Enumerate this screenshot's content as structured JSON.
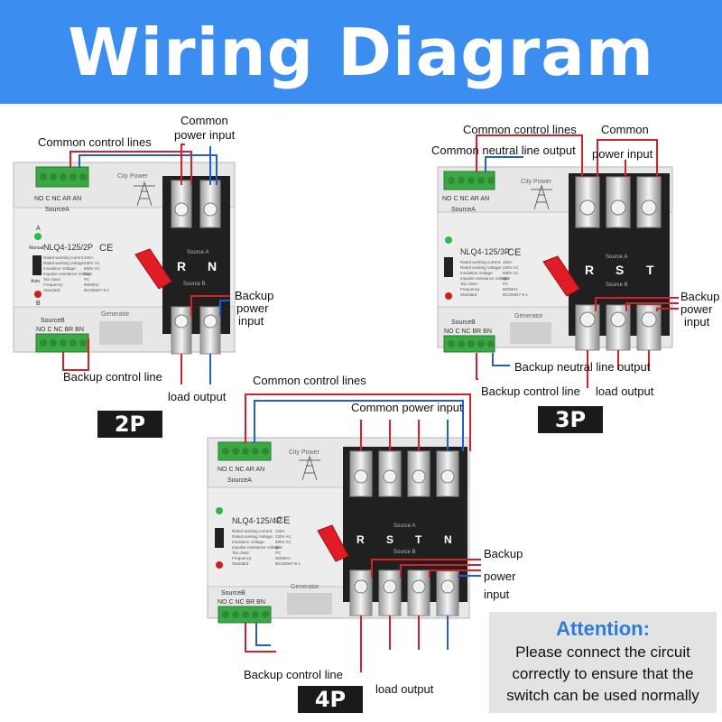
{
  "header": {
    "title": "Wiring Diagram"
  },
  "colors": {
    "header_bg": "#3b8df0",
    "wire_red": "#d8202a",
    "wire_blue": "#1f5fd0",
    "terminal_green": "#3aa843",
    "handle_red": "#e01c24",
    "attention_title": "#2f7bd8"
  },
  "device": {
    "source_a": "SourceA",
    "source_b": "SourceB",
    "city_power": "City Power",
    "generator": "Generator",
    "manual": "Manual",
    "auto": "Auto",
    "lamp_a": "A",
    "lamp_b": "B",
    "face_source_a": "Source A",
    "face_source_b": "Source B",
    "terminals_a": "NO C NC AR AN",
    "terminals_b": "NO C NC BR BN",
    "spec_lines": [
      "Rated working current:",
      "Rated working Voltage:",
      "Insulation Voltage:",
      "Impulse resistance Voltage:",
      "Tax class:",
      "Frequency:",
      "Standard:"
    ],
    "spec_values_2p": [
      "100A",
      "230V AC",
      "690V AC",
      "8kV",
      "PC",
      "50/60Hz",
      "IEC60947-6-1"
    ],
    "spec_values_3p": [
      "100A",
      "230V AC",
      "690V AC",
      "8kV",
      "PC",
      "50/60Hz",
      "IEC60947-6-1"
    ],
    "spec_values_4p": [
      "100A",
      "230V AC",
      "690V AC",
      "8kV",
      "PC",
      "50/60Hz",
      "IEC60947-6-1"
    ]
  },
  "p2": {
    "model": "NLQ4-125/2P",
    "phase_letters": [
      "R",
      "N"
    ],
    "labels": {
      "common_control": "Common control lines",
      "common_power_1": "Common",
      "common_power_2": "power input",
      "backup_power_1": "Backup",
      "backup_power_2": "power",
      "backup_power_3": "input",
      "backup_control": "Backup control line",
      "load_output": "load output"
    },
    "badge": "2P"
  },
  "p3": {
    "model": "NLQ4-125/3P",
    "phase_letters": [
      "R",
      "S",
      "T"
    ],
    "labels": {
      "common_control": "Common control lines",
      "common_neutral": "Common neutral line output",
      "common_power_1": "Common",
      "common_power_2": "power input",
      "backup_power_1": "Backup",
      "backup_power_2": "power",
      "backup_power_3": "input",
      "backup_neutral": "Backup neutral line output",
      "backup_control": "Backup control line",
      "load_output": "load output"
    },
    "badge": "3P"
  },
  "p4": {
    "model": "NLQ4-125/4P",
    "phase_letters": [
      "R",
      "S",
      "T",
      "N"
    ],
    "labels": {
      "common_control": "Common control lines",
      "common_power": "Common power input",
      "backup_power_1": "Backup",
      "backup_power_2": "power",
      "backup_power_3": "input",
      "backup_control": "Backup control line",
      "load_output": "load output"
    },
    "badge": "4P"
  },
  "notice": {
    "title": "Attention:",
    "lines": [
      "Please connect the circuit",
      "correctly to ensure that the",
      "switch can be used normally"
    ]
  }
}
